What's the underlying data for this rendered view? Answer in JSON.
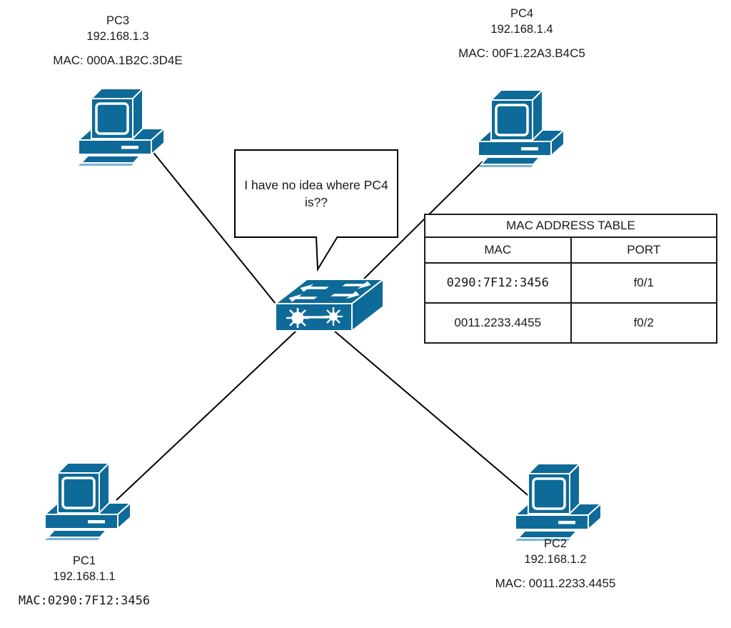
{
  "colors": {
    "device-blue": "#0e6a98",
    "device-light-blue": "#7db3d1",
    "line-black": "#000000",
    "text-dark": "#1a1a1a"
  },
  "icons": {
    "pc": "desktop-computer-icon",
    "switch": "network-switch-icon"
  },
  "nodes": {
    "pc3": {
      "name": "PC3",
      "ip": "192.168.1.3",
      "mac": "MAC: 000A.1B2C.3D4E"
    },
    "pc4": {
      "name": "PC4",
      "ip": "192.168.1.4",
      "mac": "MAC: 00F1.22A3.B4C5"
    },
    "pc1": {
      "name": "PC1",
      "ip": "192.168.1.1",
      "mac": "MAC:0290:7F12:3456"
    },
    "pc2": {
      "name": "PC2",
      "ip": "192.168.1.2",
      "mac": "MAC: 0011.2233.4455"
    }
  },
  "bubble": {
    "text": "I have no idea where PC4 is??"
  },
  "mac_table": {
    "title": "MAC ADDRESS TABLE",
    "columns": [
      "MAC",
      "PORT"
    ],
    "rows": [
      {
        "mac": "0290:7F12:3456",
        "port": "f0/1"
      },
      {
        "mac": "0011.2233.4455",
        "port": "f0/2"
      }
    ]
  }
}
